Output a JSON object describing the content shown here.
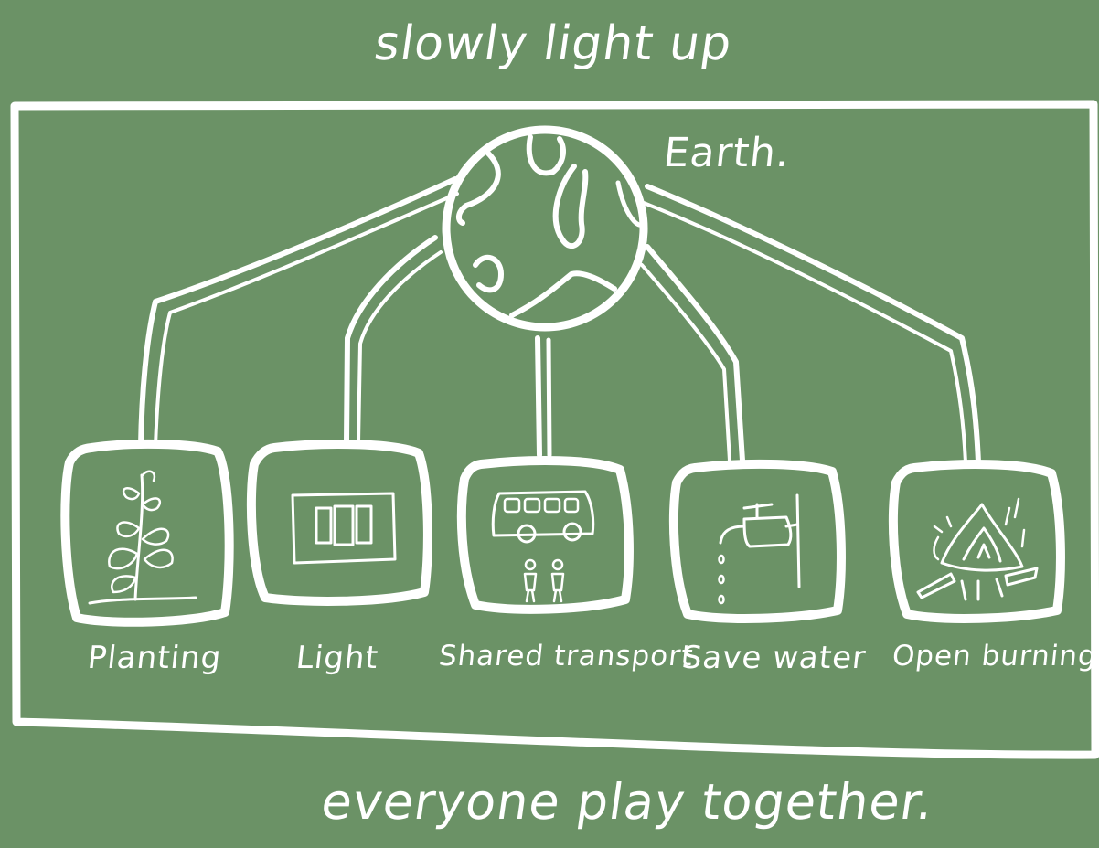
{
  "colors": {
    "background": "#6b9266",
    "chalk": "#ffffff"
  },
  "header": {
    "title": "slowly light up"
  },
  "footer": {
    "title": "everyone play together."
  },
  "center": {
    "label": "Earth.",
    "icon": "earth-globe-icon"
  },
  "actions": [
    {
      "label": "Planting",
      "icon": "plant-icon"
    },
    {
      "label": "Light",
      "icon": "light-switch-icon"
    },
    {
      "label": "Shared transport",
      "icon": "bus-icon"
    },
    {
      "label": "Save water",
      "icon": "water-tap-icon"
    },
    {
      "label": "Open burning",
      "icon": "campfire-icon"
    }
  ]
}
